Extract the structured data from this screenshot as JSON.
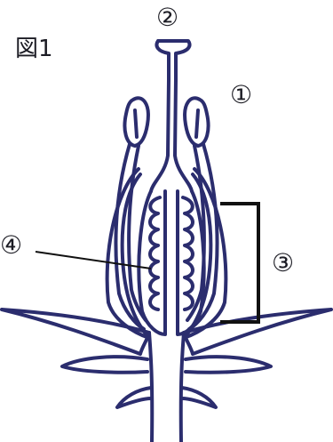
{
  "figure": {
    "title": "図1",
    "labels": {
      "one": "①",
      "two": "②",
      "three": "③",
      "four": "④"
    },
    "colors": {
      "outline": "#2b2d6e",
      "bracket": "#111111",
      "leader": "#111111",
      "text": "#1c1c24",
      "background": "#ffffff"
    }
  }
}
